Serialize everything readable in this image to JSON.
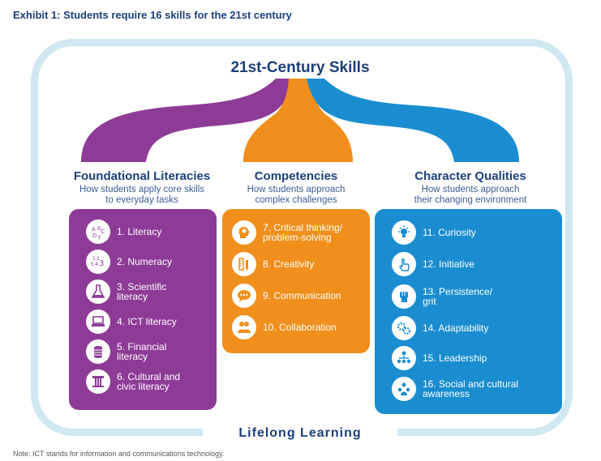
{
  "exhibit_title": "Exhibit 1: Students require 16 skills for the 21st century",
  "main_title": "21st-Century Skills",
  "footer_label": "Lifelong Learning",
  "note": "Note: ICT stands for information and communications technology.",
  "colors": {
    "purple": "#8e3b97",
    "orange": "#f08f1c",
    "blue": "#1a8dd0",
    "frame": "#cfe8f2",
    "navy": "#1d3f7a"
  },
  "columns": [
    {
      "title": "Foundational Literacies",
      "subtitle": "How students apply core skills\nto everyday tasks",
      "items": [
        {
          "label": "1. Literacy",
          "icon": "letters-icon"
        },
        {
          "label": "2. Numeracy",
          "icon": "numbers-icon"
        },
        {
          "label": "3. Scientific\nliteracy",
          "icon": "flask-icon"
        },
        {
          "label": "4. ICT literacy",
          "icon": "laptop-icon"
        },
        {
          "label": "5. Financial\nliteracy",
          "icon": "coins-icon"
        },
        {
          "label": "6. Cultural and\ncivic literacy",
          "icon": "pillar-icon"
        }
      ]
    },
    {
      "title": "Competencies",
      "subtitle": "How students approach\ncomplex challenges",
      "items": [
        {
          "label": "7. Critical thinking/\nproblem-solving",
          "icon": "head-gear-icon"
        },
        {
          "label": "8. Creativity",
          "icon": "pencil-ruler-icon"
        },
        {
          "label": "9. Communication",
          "icon": "speech-bubble-icon"
        },
        {
          "label": "10. Collaboration",
          "icon": "people-icon"
        }
      ]
    },
    {
      "title": "Character Qualities",
      "subtitle": "How students approach\ntheir changing environment",
      "items": [
        {
          "label": "11. Curiosity",
          "icon": "lightbulb-icon"
        },
        {
          "label": "12. Initiative",
          "icon": "hand-pointer-icon"
        },
        {
          "label": "13. Persistence/\ngrit",
          "icon": "fist-icon"
        },
        {
          "label": "14. Adaptability",
          "icon": "gears-icon"
        },
        {
          "label": "15. Leadership",
          "icon": "org-chart-icon"
        },
        {
          "label": "16. Social and cultural\nawareness",
          "icon": "group-icon"
        }
      ]
    }
  ]
}
